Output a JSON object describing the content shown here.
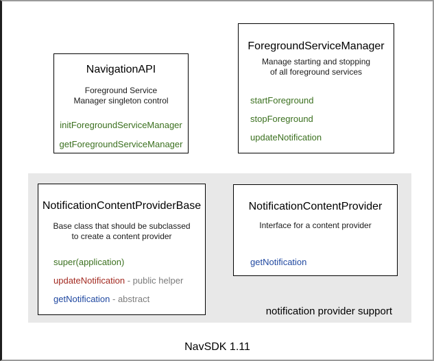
{
  "diagram": {
    "caption": "NavSDK 1.11",
    "group": {
      "label": "notification provider support",
      "background": "#e8e8e8"
    },
    "colors": {
      "method_green": "#3b701f",
      "method_red": "#a32b22",
      "method_blue": "#2048a0",
      "annotation_gray": "#7b7b7b"
    },
    "classes": [
      {
        "title": "NavigationAPI",
        "description": [
          "Foreground Service",
          "Manager singleton control"
        ],
        "methods": [
          {
            "label": "initForegroundServiceManager",
            "color": "green"
          },
          {
            "label": "getForegroundServiceManager",
            "color": "green"
          }
        ]
      },
      {
        "title": "ForegroundServiceManager",
        "description": [
          "Manage starting and stopping",
          "of all foreground services"
        ],
        "methods": [
          {
            "label": "startForeground",
            "color": "green"
          },
          {
            "label": "stopForeground",
            "color": "green"
          },
          {
            "label": "updateNotification",
            "color": "green"
          }
        ]
      },
      {
        "title": "NotificationContentProviderBase",
        "description": [
          "Base class that should be subclassed",
          "to create a content provider"
        ],
        "methods": [
          {
            "label": "super(application)",
            "color": "green"
          },
          {
            "label": "updateNotification",
            "color": "red",
            "annotation": " - public helper"
          },
          {
            "label": "getNotification",
            "color": "blue",
            "annotation": " - abstract"
          }
        ]
      },
      {
        "title": "NotificationContentProvider",
        "description": [
          "Interface for a content provider"
        ],
        "methods": [
          {
            "label": "getNotification",
            "color": "blue"
          }
        ]
      }
    ]
  }
}
